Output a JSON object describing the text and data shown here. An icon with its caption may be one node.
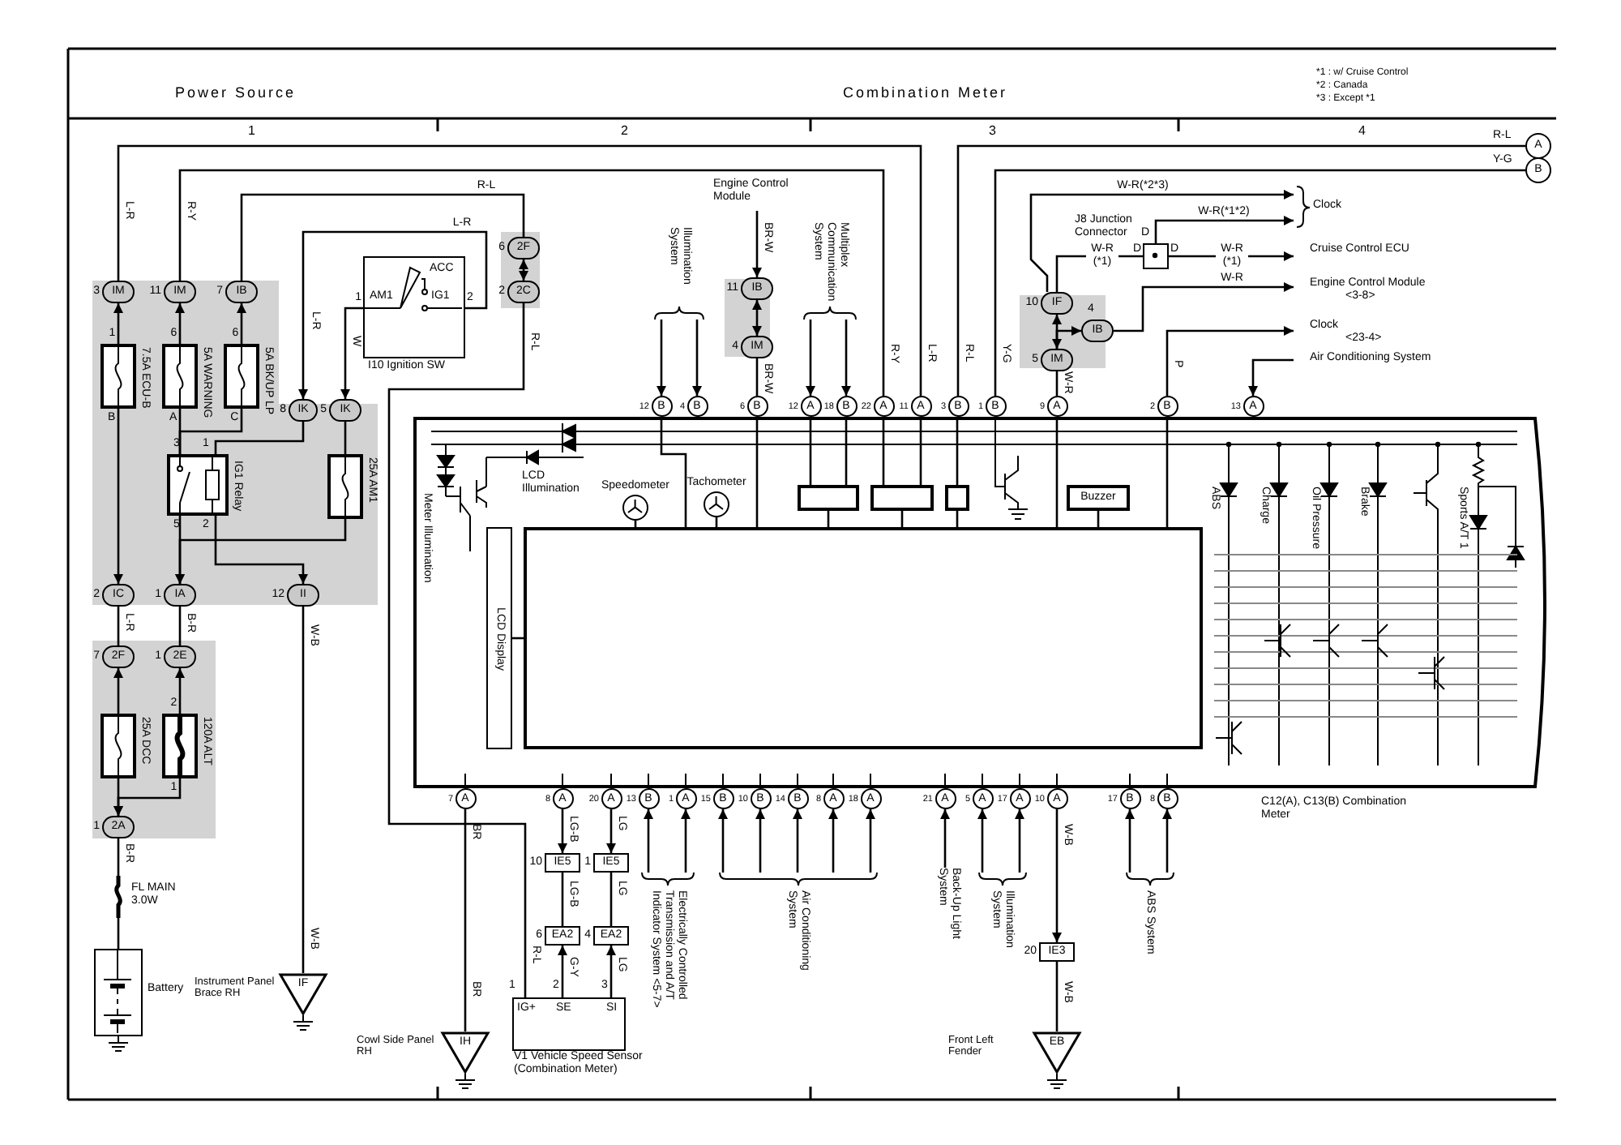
{
  "diagram": {
    "nodes": [
      {
        "text": [
          "IM"
        ],
        "beside": [
          "3"
        ]
      },
      {
        "text": [
          "IM"
        ],
        "beside": [
          "11"
        ]
      },
      {
        "text": [
          "IB"
        ],
        "beside": [
          "7"
        ]
      },
      {
        "text": [
          "7.5A ECU-B"
        ],
        "beside": [
          "1",
          "B"
        ]
      },
      {
        "text": [
          "5A WARNING"
        ],
        "beside": [
          "6",
          "A"
        ]
      },
      {
        "text": [
          "5A BK/UP LP"
        ],
        "beside": [
          "6",
          "C"
        ]
      },
      {
        "text": [
          "IK"
        ],
        "beside": [
          "8"
        ]
      },
      {
        "text": [
          "IK"
        ],
        "beside": [
          "5"
        ]
      },
      {
        "text": [
          "IG1 Relay"
        ],
        "beside": [
          "3",
          "1",
          "5",
          "2"
        ]
      },
      {
        "text": [
          "25A AM1"
        ]
      },
      {
        "text": [
          "IC"
        ],
        "beside": [
          "2"
        ]
      },
      {
        "text": [
          "IA"
        ],
        "beside": [
          "1"
        ]
      },
      {
        "text": [
          "II"
        ],
        "beside": [
          "12"
        ]
      },
      {
        "text": [
          "2F"
        ],
        "beside": [
          "7"
        ]
      },
      {
        "text": [
          "2E"
        ],
        "beside": [
          "1"
        ]
      },
      {
        "text": [
          "25A DCC"
        ]
      },
      {
        "text": [
          "120A ALT"
        ],
        "beside": [
          "2",
          "1"
        ]
      },
      {
        "text": [
          "2A"
        ],
        "beside": [
          "1"
        ]
      },
      {
        "text": [
          "FL MAIN 3.0W"
        ]
      },
      {
        "text": [
          "Battery"
        ]
      },
      {
        "text": [
          "IF"
        ],
        "beside": [
          "Instrument Panel Brace RH"
        ]
      },
      {
        "text": [
          "ACC",
          "AM1",
          "IG1",
          "I10 Ignition SW"
        ],
        "beside": [
          "1",
          "2"
        ]
      },
      {
        "text": [
          "2F"
        ],
        "beside": [
          "6"
        ]
      },
      {
        "text": [
          "2C"
        ],
        "beside": [
          "2"
        ]
      },
      {
        "text": [
          "Engine Control Module"
        ]
      },
      {
        "text": [
          "IB"
        ],
        "beside": [
          "11"
        ]
      },
      {
        "text": [
          "IM"
        ],
        "beside": [
          "4"
        ]
      },
      {
        "text": [
          "J8 Junction Connector"
        ],
        "beside": [
          "D",
          "D",
          "D"
        ]
      },
      {
        "text": [
          "IF"
        ],
        "beside": [
          "10"
        ]
      },
      {
        "text": [
          "IM"
        ],
        "beside": [
          "5"
        ]
      },
      {
        "text": [
          "IB"
        ],
        "beside": [
          "4"
        ]
      },
      {
        "text": [
          "Clock"
        ]
      },
      {
        "text": [
          "Cruise Control ECU"
        ]
      },
      {
        "text": [
          "Engine Control Module",
          "<3-8>"
        ]
      },
      {
        "text": [
          "Clock",
          "<23-4>"
        ]
      },
      {
        "text": [
          "Air Conditioning System"
        ]
      },
      {
        "text": [
          "A"
        ]
      },
      {
        "text": [
          "B"
        ]
      },
      {
        "text": [
          "C12(A), C13(B) Combination Meter"
        ]
      },
      {
        "text": [
          "B"
        ],
        "beside": [
          "12"
        ]
      },
      {
        "text": [
          "B"
        ],
        "beside": [
          "4"
        ]
      },
      {
        "text": [
          "B"
        ],
        "beside": [
          "6"
        ]
      },
      {
        "text": [
          "A"
        ],
        "beside": [
          "12"
        ]
      },
      {
        "text": [
          "B"
        ],
        "beside": [
          "18"
        ]
      },
      {
        "text": [
          "A"
        ],
        "beside": [
          "22"
        ]
      },
      {
        "text": [
          "A"
        ],
        "beside": [
          "11"
        ]
      },
      {
        "text": [
          "B"
        ],
        "beside": [
          "3"
        ]
      },
      {
        "text": [
          "B"
        ],
        "beside": [
          "1"
        ]
      },
      {
        "text": [
          "A"
        ],
        "beside": [
          "9"
        ]
      },
      {
        "text": [
          "B"
        ],
        "beside": [
          "2"
        ]
      },
      {
        "text": [
          "A"
        ],
        "beside": [
          "13"
        ]
      },
      {
        "text": [
          "A"
        ],
        "beside": [
          "7"
        ]
      },
      {
        "text": [
          "A"
        ],
        "beside": [
          "8"
        ]
      },
      {
        "text": [
          "A"
        ],
        "beside": [
          "20"
        ]
      },
      {
        "text": [
          "B"
        ],
        "beside": [
          "13"
        ]
      },
      {
        "text": [
          "A"
        ],
        "beside": [
          "1"
        ]
      },
      {
        "text": [
          "B"
        ],
        "beside": [
          "15"
        ]
      },
      {
        "text": [
          "B"
        ],
        "beside": [
          "10"
        ]
      },
      {
        "text": [
          "B"
        ],
        "beside": [
          "14"
        ]
      },
      {
        "text": [
          "A"
        ],
        "beside": [
          "8"
        ]
      },
      {
        "text": [
          "A"
        ],
        "beside": [
          "18"
        ]
      },
      {
        "text": [
          "A"
        ],
        "beside": [
          "21"
        ]
      },
      {
        "text": [
          "A"
        ],
        "beside": [
          "5"
        ]
      },
      {
        "text": [
          "A"
        ],
        "beside": [
          "17"
        ]
      },
      {
        "text": [
          "A"
        ],
        "beside": [
          "10"
        ]
      },
      {
        "text": [
          "B"
        ],
        "beside": [
          "17"
        ]
      },
      {
        "text": [
          "B"
        ],
        "beside": [
          "8"
        ]
      },
      {
        "text": [
          "Speedometer"
        ],
        "in": 38
      },
      {
        "text": [
          "Tachometer"
        ],
        "in": 38
      },
      {
        "text": [
          "LCD Display"
        ],
        "in": 38
      },
      {
        "text": [],
        "shape": "box",
        "in": 38
      },
      {
        "text": [],
        "shape": "box",
        "in": 38
      },
      {
        "text": [],
        "shape": "box",
        "in": 38
      },
      {
        "text": [],
        "shape": "box",
        "in": 38
      },
      {
        "text": [
          "Buzzer"
        ],
        "in": 38
      },
      {
        "text": [
          "Illumination System"
        ]
      },
      {
        "text": [
          "Multiplex Communication System"
        ]
      },
      {
        "text": [
          "Electrically Controlled Transmission and A/T Indicator System <5-7>"
        ]
      },
      {
        "text": [
          "Air Conditioning System"
        ]
      },
      {
        "text": [
          "Back-Up Light System"
        ]
      },
      {
        "text": [
          "Illumination System"
        ]
      },
      {
        "text": [
          "ABS System"
        ]
      },
      {
        "text": [
          "IE5"
        ],
        "beside": [
          "10"
        ]
      },
      {
        "text": [
          "IE5"
        ],
        "beside": [
          "1"
        ]
      },
      {
        "text": [
          "EA2"
        ],
        "beside": [
          "6"
        ]
      },
      {
        "text": [
          "EA2"
        ],
        "beside": [
          "4"
        ]
      },
      {
        "text": [
          "IG+",
          "SE",
          "SI",
          "V1 Vehicle Speed Sensor (Combination Meter)"
        ],
        "beside": [
          "1",
          "2",
          "3"
        ]
      },
      {
        "text": [
          "IE3"
        ],
        "beside": [
          "20"
        ]
      },
      {
        "text": [
          "IH"
        ],
        "beside": [
          "Cowl Side Panel RH"
        ]
      },
      {
        "text": [
          "EB"
        ],
        "beside": [
          "Front Left Fender"
        ]
      }
    ],
    "edges": [
      {
        "from": 3,
        "to": 0,
        "arrow": "to"
      },
      {
        "from": 0,
        "to": 45,
        "arrow": "none",
        "label": "L-R"
      },
      {
        "from": 4,
        "to": 1,
        "arrow": "to"
      },
      {
        "from": 1,
        "to": 44,
        "arrow": "none",
        "label": "R-Y"
      },
      {
        "from": 5,
        "to": 2,
        "arrow": "to"
      },
      {
        "from": 2,
        "to": 22,
        "arrow": "none",
        "label": "R-L"
      },
      {
        "from": 22,
        "to": 23,
        "arrow": "both"
      },
      {
        "from": 23,
        "to": 86,
        "arrow": "none",
        "label": "R-L"
      },
      {
        "from": 21,
        "to": 6,
        "arrow": "to",
        "label": "L-R"
      },
      {
        "from": 6,
        "to": 8,
        "arrow": "none"
      },
      {
        "from": 21,
        "to": 7,
        "arrow": "to",
        "label": "W"
      },
      {
        "from": 7,
        "to": 9,
        "arrow": "none"
      },
      {
        "from": 8,
        "to": 4,
        "arrow": "none"
      },
      {
        "from": 8,
        "to": 5,
        "arrow": "none"
      },
      {
        "from": 8,
        "to": 11,
        "arrow": "to"
      },
      {
        "from": 9,
        "to": 11,
        "arrow": "to"
      },
      {
        "from": 8,
        "to": 12,
        "arrow": "to"
      },
      {
        "from": 3,
        "to": 10,
        "arrow": "to"
      },
      {
        "from": 10,
        "to": 13,
        "arrow": "none",
        "label": "L-R"
      },
      {
        "from": 11,
        "to": 14,
        "arrow": "none",
        "label": "B-R"
      },
      {
        "from": 15,
        "to": 13,
        "arrow": "to"
      },
      {
        "from": 16,
        "to": 14,
        "arrow": "to"
      },
      {
        "from": 15,
        "to": 17,
        "arrow": "to"
      },
      {
        "from": 16,
        "to": 17,
        "arrow": "to"
      },
      {
        "from": 17,
        "to": 18,
        "arrow": "none",
        "label": "B-R"
      },
      {
        "from": 18,
        "to": 19,
        "arrow": "none"
      },
      {
        "from": 12,
        "to": 20,
        "arrow": "none",
        "label": "W-B"
      },
      {
        "from": 24,
        "to": 25,
        "arrow": "to",
        "label": "BR-W"
      },
      {
        "from": 25,
        "to": 26,
        "arrow": "both"
      },
      {
        "from": 26,
        "to": 41,
        "arrow": "none",
        "label": "BR-W"
      },
      {
        "from": 75,
        "to": 39,
        "arrow": "to"
      },
      {
        "from": 75,
        "to": 40,
        "arrow": "to"
      },
      {
        "from": 76,
        "to": 42,
        "arrow": "to"
      },
      {
        "from": 76,
        "to": 43,
        "arrow": "to"
      },
      {
        "from": 46,
        "to": 36,
        "arrow": "none",
        "label": "R-L"
      },
      {
        "from": 47,
        "to": 37,
        "arrow": "none",
        "label": "Y-G"
      },
      {
        "from": 48,
        "to": 29,
        "arrow": "none",
        "label": "W-R"
      },
      {
        "from": 29,
        "to": 28,
        "arrow": "both"
      },
      {
        "from": 29,
        "to": 30,
        "arrow": "to"
      },
      {
        "from": 28,
        "to": 31,
        "arrow": "to",
        "label": "W-R(*2*3)"
      },
      {
        "from": 28,
        "to": 27,
        "arrow": "none",
        "label": "W-R (*1)"
      },
      {
        "from": 27,
        "to": 31,
        "arrow": "to",
        "label": "W-R(*1*2)"
      },
      {
        "from": 27,
        "to": 32,
        "arrow": "to",
        "label": "W-R (*1)"
      },
      {
        "from": 30,
        "to": 33,
        "arrow": "to",
        "label": "W-R"
      },
      {
        "from": 49,
        "to": 34,
        "arrow": "to",
        "label": "P"
      },
      {
        "from": 35,
        "to": 50,
        "arrow": "to"
      },
      {
        "from": 51,
        "to": 88,
        "arrow": "none",
        "label": "BR"
      },
      {
        "from": 52,
        "to": 82,
        "arrow": "to",
        "label": "LG-B"
      },
      {
        "from": 82,
        "to": 84,
        "arrow": "none",
        "label": "LG-B"
      },
      {
        "from": 86,
        "to": 84,
        "arrow": "to",
        "label": "G-Y"
      },
      {
        "from": 53,
        "to": 83,
        "arrow": "to",
        "label": "LG"
      },
      {
        "from": 83,
        "to": 85,
        "arrow": "none",
        "label": "LG"
      },
      {
        "from": 86,
        "to": 85,
        "arrow": "to",
        "label": "LG"
      },
      {
        "from": 77,
        "to": 54,
        "arrow": "to"
      },
      {
        "from": 77,
        "to": 55,
        "arrow": "to"
      },
      {
        "from": 78,
        "to": 56,
        "arrow": "to"
      },
      {
        "from": 78,
        "to": 57,
        "arrow": "to"
      },
      {
        "from": 78,
        "to": 58,
        "arrow": "to"
      },
      {
        "from": 78,
        "to": 59,
        "arrow": "to"
      },
      {
        "from": 78,
        "to": 60,
        "arrow": "to"
      },
      {
        "from": 79,
        "to": 61,
        "arrow": "to"
      },
      {
        "from": 80,
        "to": 62,
        "arrow": "to"
      },
      {
        "from": 80,
        "to": 63,
        "arrow": "to"
      },
      {
        "from": 81,
        "to": 65,
        "arrow": "to"
      },
      {
        "from": 81,
        "to": 66,
        "arrow": "to"
      },
      {
        "from": 64,
        "to": 87,
        "arrow": "to",
        "label": "W-B"
      },
      {
        "from": 87,
        "to": 89,
        "arrow": "none",
        "label": "W-B"
      },
      {
        "from": 41,
        "to": 70,
        "arrow": "none"
      },
      {
        "from": 42,
        "to": 71,
        "arrow": "none"
      },
      {
        "from": 43,
        "to": 71,
        "arrow": "none"
      },
      {
        "from": 44,
        "to": 72,
        "arrow": "none"
      },
      {
        "from": 45,
        "to": 72,
        "arrow": "none"
      },
      {
        "from": 46,
        "to": 73,
        "arrow": "none"
      },
      {
        "from": 48,
        "to": 70,
        "arrow": "none"
      },
      {
        "from": 49,
        "to": 70,
        "arrow": "none"
      },
      {
        "from": 71,
        "to": 70,
        "arrow": "none"
      },
      {
        "from": 72,
        "to": 70,
        "arrow": "none"
      },
      {
        "from": 73,
        "to": 70,
        "arrow": "none"
      },
      {
        "from": 74,
        "to": 70,
        "arrow": "none"
      },
      {
        "from": 67,
        "to": 70,
        "arrow": "none"
      },
      {
        "from": 68,
        "to": 70,
        "arrow": "none"
      },
      {
        "from": 69,
        "to": 70,
        "arrow": "none"
      },
      {
        "from": 39,
        "to": 70,
        "arrow": "none"
      }
    ],
    "labels": [
      "Power Source",
      "Combination Meter",
      "*1 : w/ Cruise Control",
      "*2 : Canada",
      "*3 : Except *1",
      "1",
      "2",
      "3",
      "4",
      "R-L",
      "Y-G",
      "L-R",
      "Meter Illumination",
      "LCD Illumination",
      "R-Y",
      "L-R",
      "ABS",
      "Charge",
      "Oil Pressure",
      "Brake",
      "Sports A/T 1",
      "W-B",
      "BR",
      "R-L"
    ]
  }
}
